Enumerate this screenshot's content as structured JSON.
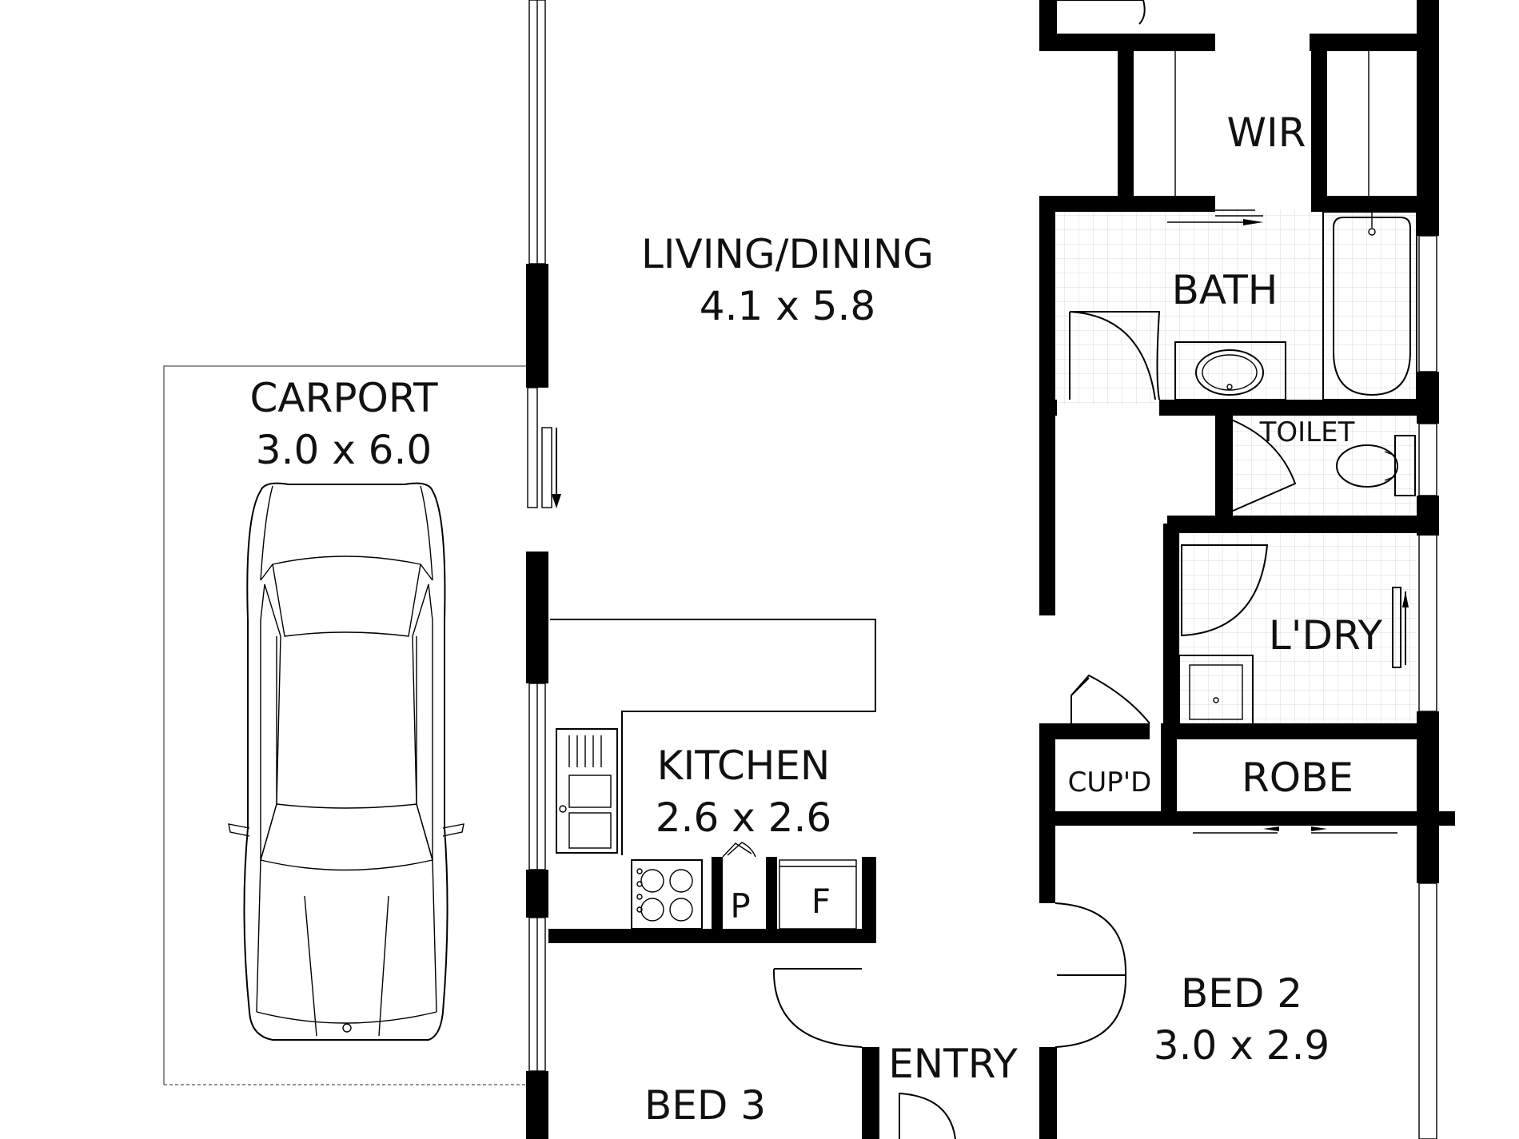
{
  "rooms": {
    "living": {
      "name": "LIVING/DINING",
      "size": "4.1 x 5.8"
    },
    "carport": {
      "name": "CARPORT",
      "size": "3.0 x 6.0"
    },
    "kitchen": {
      "name": "KITCHEN",
      "size": "2.6 x 2.6"
    },
    "wir": {
      "name": "WIR"
    },
    "bath": {
      "name": "BATH"
    },
    "toilet": {
      "name": "TOILET"
    },
    "laundry": {
      "name": "L'DRY"
    },
    "cupboard": {
      "name": "CUP'D"
    },
    "robe": {
      "name": "ROBE"
    },
    "bed2": {
      "name": "BED 2",
      "size": "3.0 x 2.9"
    },
    "entry": {
      "name": "ENTRY"
    },
    "bed3": {
      "name": "BED 3"
    }
  },
  "fixtures": {
    "pantry": "P",
    "fridge": "F"
  }
}
